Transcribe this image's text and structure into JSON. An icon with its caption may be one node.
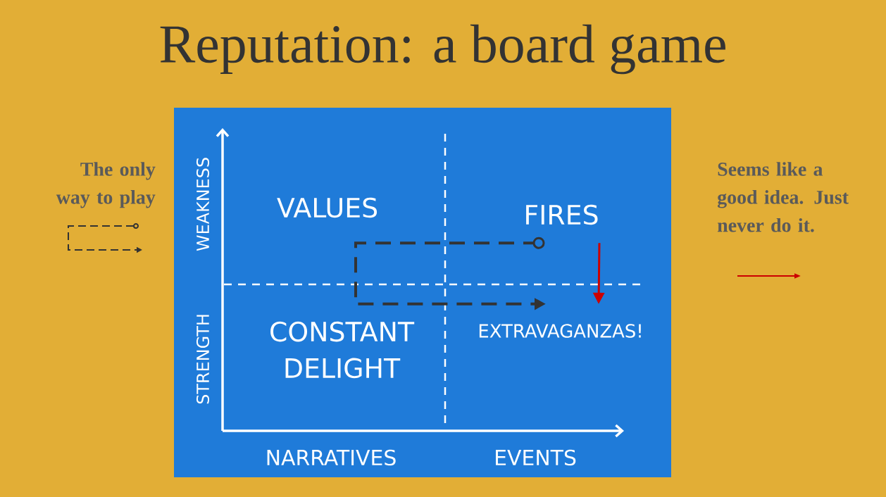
{
  "diagram": {
    "title": "Reputation: a board game",
    "nodes": [
      {
        "text": [
          "VALUES"
        ]
      },
      {
        "text": [
          "FIRES"
        ]
      },
      {
        "text": [
          "CONSTANT DELIGHT"
        ]
      },
      {
        "text": [
          "EXTRAVAGANZAS!"
        ]
      }
    ],
    "edges": [
      {
        "from": 1,
        "to": 3,
        "arrow": "to",
        "style": "dashed"
      },
      {
        "from": 1,
        "to": 3,
        "arrow": "to",
        "color": "#cc0000"
      }
    ],
    "labels": [
      "STRENGTH",
      "WEAKNESS",
      "NARRATIVES",
      "EVENTS"
    ],
    "legend": [
      {
        "text": "The only way to play"
      },
      {
        "text": "Seems like a good idea. Just never do it."
      }
    ]
  }
}
